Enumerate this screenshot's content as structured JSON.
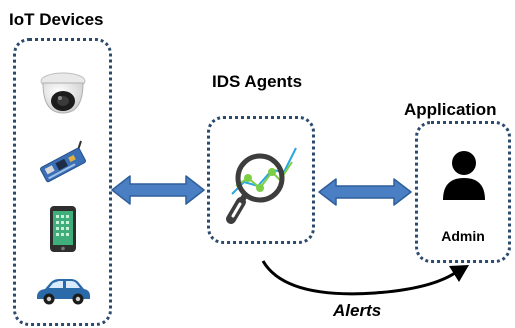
{
  "iot": {
    "title": "IoT Devices",
    "devices": [
      {
        "icon": "security-camera-icon"
      },
      {
        "icon": "circuit-board-icon"
      },
      {
        "icon": "smartphone-icon"
      },
      {
        "icon": "car-icon"
      }
    ]
  },
  "ids": {
    "title": "IDS Agents",
    "icon": "magnifier-chart-icon"
  },
  "application": {
    "title": "Application",
    "icon": "user-icon",
    "user_label": "Admin"
  },
  "alerts": {
    "label": "Alerts"
  },
  "colors": {
    "box_border": "#2b4a6d",
    "arrow_fill": "#4a7fc4",
    "arrow_stroke": "#2f5f9a",
    "chart_green": "#7ccf45",
    "chart_blue": "#2aa6e0",
    "magnifier_dark": "#3d3d3d"
  }
}
